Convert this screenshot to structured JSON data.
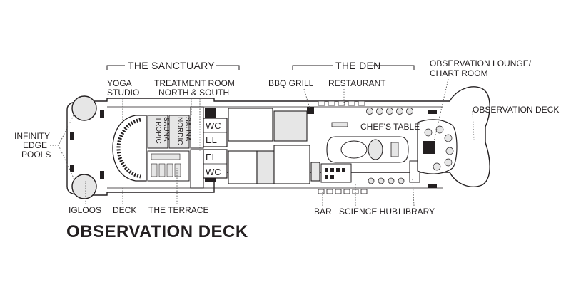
{
  "deck_title": "OBSERVATION DECK",
  "zones": {
    "sanctuary": "THE SANCTUARY",
    "den": "THE DEN"
  },
  "labels": {
    "infinity_1": "INFINITY",
    "infinity_2": "EDGE",
    "infinity_3": "POOLS",
    "yoga_1": "YOGA",
    "yoga_2": "STUDIO",
    "treatment_1": "TREATMENT ROOM",
    "treatment_2": "NORTH & SOUTH",
    "bbq": "BBQ GRILL",
    "restaurant": "RESTAURANT",
    "lounge_1": "OBSERVATION LOUNGE/",
    "lounge_2": "CHART ROOM",
    "obs_deck": "OBSERVATION DECK",
    "chefs_table": "CHEF'S TABLE",
    "igloos": "IGLOOS",
    "deck": "DECK",
    "terrace": "THE TERRACE",
    "bar": "BAR",
    "science_hub": "SCIENCE HUB",
    "library": "LIBRARY",
    "wc_top": "WC",
    "el_top": "EL",
    "el_bottom": "EL",
    "wc_bottom": "WC",
    "tropic_1": "TROPIC",
    "tropic_2": "SAUNA",
    "nordic_1": "NORDIC",
    "nordic_2": "SAUNA"
  },
  "colors": {
    "ink": "#231f20",
    "room_fill": "#e6e6e6",
    "deck_fill": "#ffffff",
    "leader": "#555555"
  }
}
